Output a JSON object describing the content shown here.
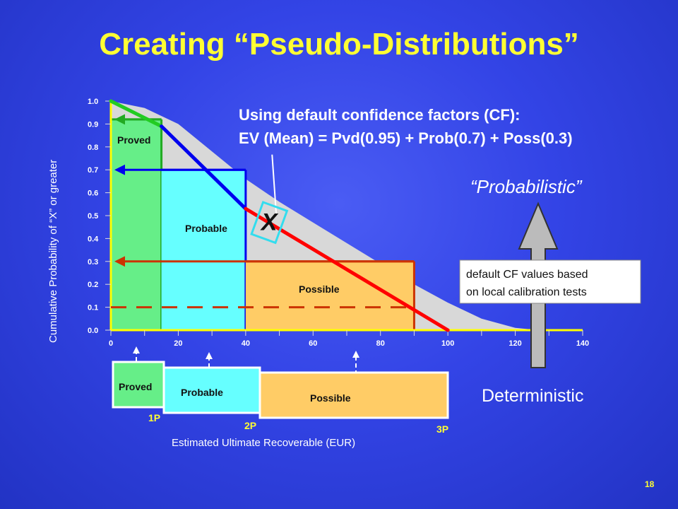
{
  "slide": {
    "title": "Creating “Pseudo-Distributions”",
    "page_number": "18"
  },
  "chart_data": {
    "type": "area",
    "xlabel": "Estimated Ultimate Recoverable (EUR)",
    "ylabel": "Cumulative Probability of “X” or greater",
    "xlim": [
      0,
      140
    ],
    "ylim": [
      0,
      1.0
    ],
    "x_ticks": [
      "0",
      "20",
      "40",
      "60",
      "80",
      "100",
      "120",
      "140"
    ],
    "y_ticks": [
      "0.0",
      "0.1",
      "0.2",
      "0.3",
      "0.4",
      "0.5",
      "0.6",
      "0.7",
      "0.8",
      "0.9",
      "1.0"
    ],
    "grid": false,
    "distribution_curve": [
      {
        "x": 0,
        "y": 1.0
      },
      {
        "x": 10,
        "y": 0.97
      },
      {
        "x": 20,
        "y": 0.9
      },
      {
        "x": 30,
        "y": 0.78
      },
      {
        "x": 40,
        "y": 0.66
      },
      {
        "x": 50,
        "y": 0.56
      },
      {
        "x": 60,
        "y": 0.47
      },
      {
        "x": 70,
        "y": 0.38
      },
      {
        "x": 80,
        "y": 0.29
      },
      {
        "x": 90,
        "y": 0.2
      },
      {
        "x": 100,
        "y": 0.12
      },
      {
        "x": 110,
        "y": 0.05
      },
      {
        "x": 120,
        "y": 0.01
      },
      {
        "x": 127,
        "y": 0.0
      }
    ],
    "regions": [
      {
        "name": "Proved",
        "x0": 0,
        "x1": 15,
        "y": 0.92,
        "color": "#66ee88"
      },
      {
        "name": "Probable",
        "x0": 15,
        "x1": 40,
        "y": 0.7,
        "color": "#66ffff"
      },
      {
        "name": "Possible",
        "x0": 40,
        "x1": 90,
        "y": 0.3,
        "color": "#ffcc66"
      }
    ],
    "segments": [
      {
        "name": "Proved",
        "color": "#22cc22",
        "points": [
          {
            "x": 0,
            "y": 1.0
          },
          {
            "x": 15,
            "y": 0.89
          }
        ]
      },
      {
        "name": "Probable",
        "color": "#0000ee",
        "points": [
          {
            "x": 15,
            "y": 0.89
          },
          {
            "x": 40,
            "y": 0.53
          }
        ]
      },
      {
        "name": "Possible",
        "color": "#ff0000",
        "points": [
          {
            "x": 40,
            "y": 0.53
          },
          {
            "x": 100,
            "y": 0.0
          }
        ]
      }
    ],
    "arrows": [
      {
        "y": 0.92,
        "x_from": 15,
        "color": "#22aa22"
      },
      {
        "y": 0.7,
        "x_from": 40,
        "color": "#0000ee"
      },
      {
        "y": 0.3,
        "x_from": 90,
        "color": "#cc3300"
      }
    ],
    "dashed_line": {
      "y": 0.1,
      "x_from": 0,
      "x_to": 90,
      "color": "#cc3300"
    },
    "x_marker": {
      "label": "X",
      "x": 47,
      "y": 0.47
    },
    "boxes": [
      {
        "name": "Proved",
        "tag": "1P",
        "color": "#66ee88"
      },
      {
        "name": "Probable",
        "tag": "2P",
        "color": "#66ffff"
      },
      {
        "name": "Possible",
        "tag": "3P",
        "color": "#ffcc66"
      }
    ]
  },
  "annotations": {
    "header_line1": "Using default confidence factors (CF):",
    "header_line2": "EV (Mean) = Pvd(0.95) + Prob(0.7) + Poss(0.3)",
    "probabilistic": "“Probabilistic”",
    "deterministic": "Deterministic",
    "note_line1": "default CF values based",
    "note_line2": "on local calibration tests"
  },
  "colors": {
    "title": "#ffff33",
    "background": "#3344e6",
    "curve_fill": "#d8d8d8",
    "axis": "#ffff00",
    "x_marker_box": "#33ddee"
  }
}
